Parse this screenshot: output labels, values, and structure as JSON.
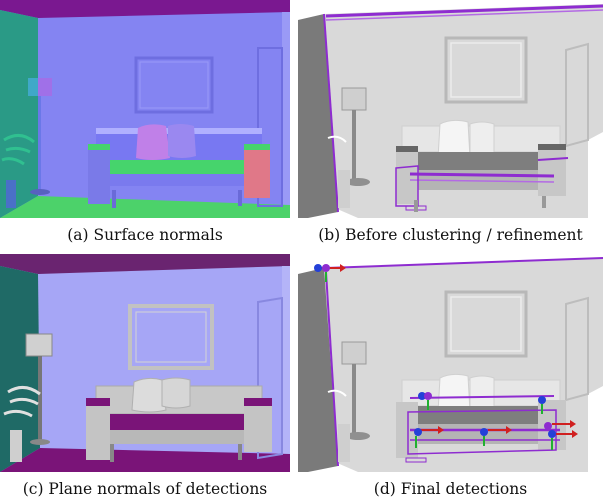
{
  "figure": {
    "panels": [
      {
        "id": "a",
        "caption": "(a) Surface normals"
      },
      {
        "id": "b",
        "caption": "(b) Before clustering / refinement"
      },
      {
        "id": "c",
        "caption": "(c) Plane normals of detections"
      },
      {
        "id": "d",
        "caption": "(d) Final detections"
      }
    ]
  },
  "colors": {
    "normal_wall_back": "#8080f4",
    "normal_wall_left": "#2a9a86",
    "normal_ceiling": "#7a1890",
    "normal_floor": "#4cd26a",
    "plane_wall_back": "#a6a6f6",
    "plane_wall_left": "#1f6a66",
    "plane_ceiling": "#6a2470",
    "plane_floor": "#7a1478",
    "gray_wall": "#d9d9d9",
    "gray_side": "#7a7a7a",
    "detection_purple": "#8e2cd0",
    "marker_red": "#d02020",
    "marker_blue": "#2440d8",
    "marker_green": "#20b030"
  }
}
